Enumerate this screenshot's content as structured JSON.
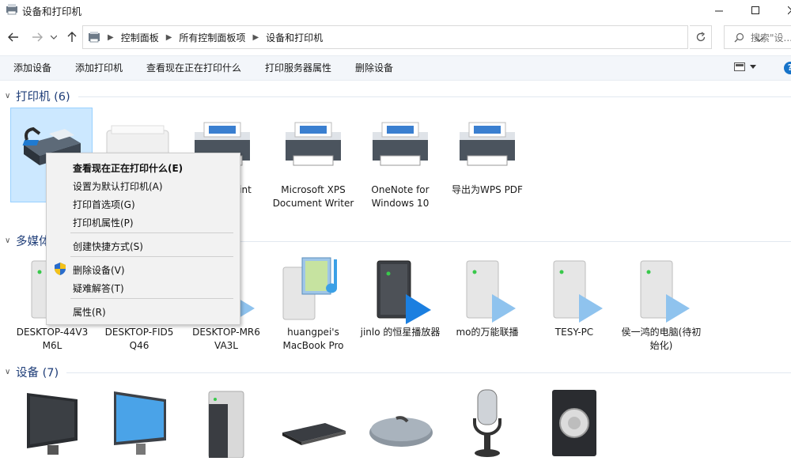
{
  "window": {
    "title": "设备和打印机"
  },
  "address": {
    "crumbs": [
      "控制面板",
      "所有控制面板项",
      "设备和打印机"
    ],
    "search_placeholder": "搜索\"设..."
  },
  "toolbar": {
    "add_device": "添加设备",
    "add_printer": "添加打印机",
    "see_printing": "查看现在正在打印什么",
    "print_server_props": "打印服务器属性",
    "remove_device": "删除设备",
    "help": "?"
  },
  "groups": {
    "printers": {
      "title": "打印机 (6)",
      "items": [
        {
          "label": ""
        },
        {
          "label": ""
        },
        {
          "label": "Print"
        },
        {
          "label": "Microsoft XPS Document Writer"
        },
        {
          "label": "OneNote for Windows 10"
        },
        {
          "label": "导出为WPS PDF"
        }
      ]
    },
    "multimedia": {
      "title": "多媒体",
      "items": [
        {
          "label": "DESKTOP-44V3 M6L"
        },
        {
          "label": "DESKTOP-FID5 Q46"
        },
        {
          "label": "DESKTOP-MR6 VA3L"
        },
        {
          "label": "huangpei's MacBook Pro"
        },
        {
          "label": "jinlo 的恒星播放器"
        },
        {
          "label": "mo的万能联播"
        },
        {
          "label": "TESY-PC"
        },
        {
          "label": "侯一鸿的电脑(待初始化)"
        }
      ]
    },
    "devices": {
      "title": "设备 (7)"
    }
  },
  "context_menu": {
    "items": [
      "查看现在正在打印什么(E)",
      "设置为默认打印机(A)",
      "打印首选项(G)",
      "打印机属性(P)",
      "创建快捷方式(S)",
      "删除设备(V)",
      "疑难解答(T)",
      "属性(R)"
    ]
  },
  "colors": {
    "accent": "#1673c9",
    "group_title": "#1e3d78",
    "selection": "#cce8ff",
    "command_bar": "#f3f6fa"
  }
}
